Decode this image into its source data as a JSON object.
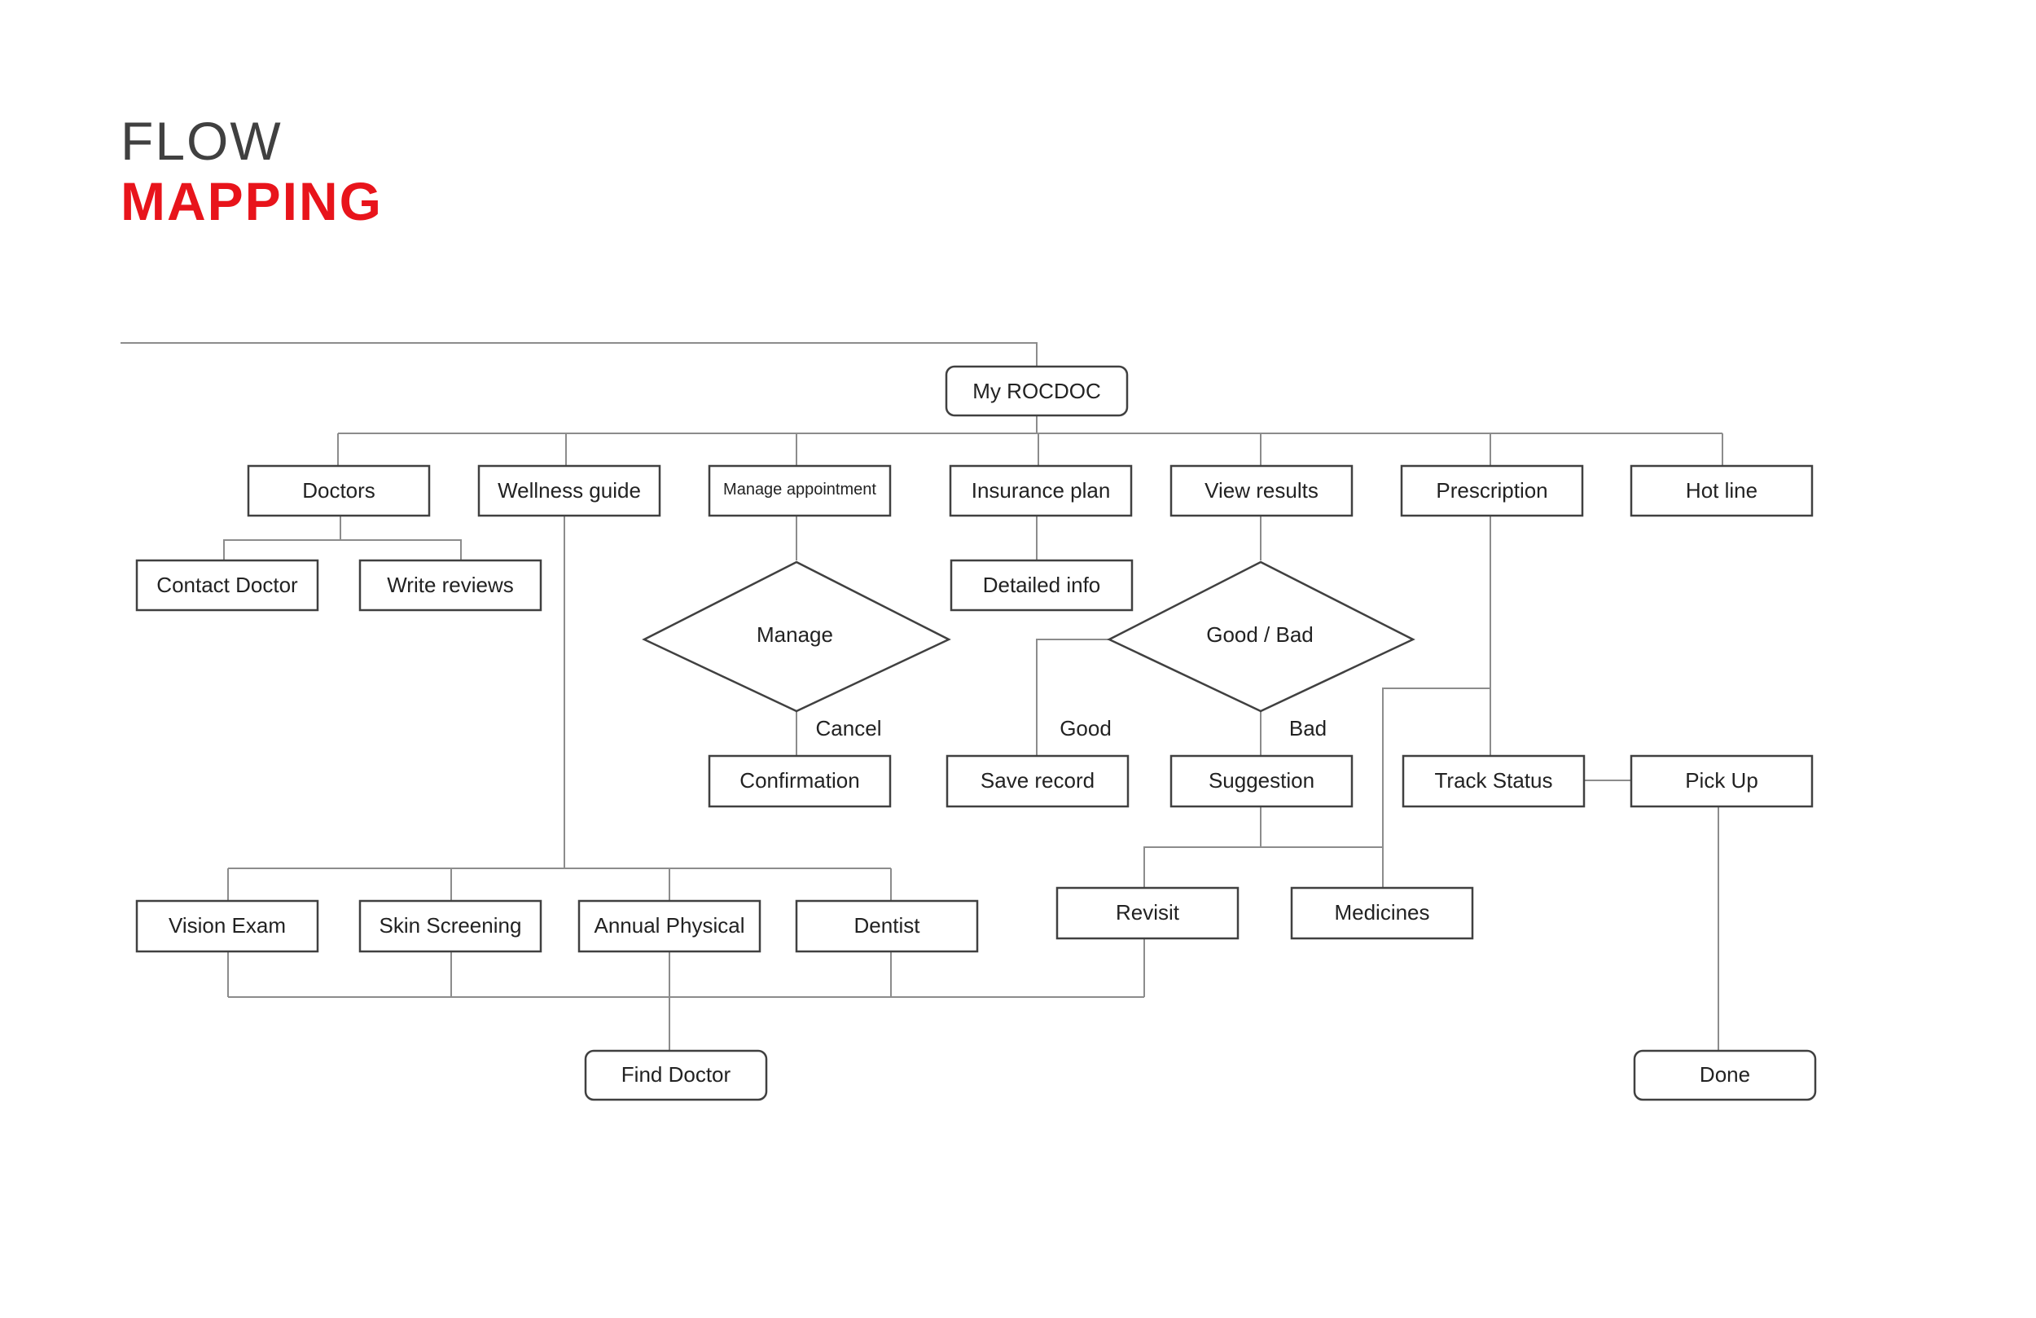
{
  "title": {
    "line1": "FLOW",
    "line2": "MAPPING"
  },
  "colors": {
    "accent": "#e8141b",
    "title": "#404040",
    "line": "#8c8c8c",
    "box_stroke": "#404040"
  },
  "nodes": {
    "root": "My ROCDOC",
    "doctors": "Doctors",
    "wellness": "Wellness guide",
    "manage_appt": "Manage appointment",
    "insurance": "Insurance plan",
    "view_results": "View results",
    "prescription": "Prescription",
    "hotline": "Hot line",
    "contact_doctor": "Contact Doctor",
    "write_reviews": "Write reviews",
    "detailed_info": "Detailed info",
    "manage": "Manage",
    "good_bad": "Good / Bad",
    "confirmation": "Confirmation",
    "save_record": "Save record",
    "suggestion": "Suggestion",
    "track_status": "Track Status",
    "pick_up": "Pick Up",
    "vision_exam": "Vision Exam",
    "skin_screening": "Skin Screening",
    "annual_physical": "Annual Physical",
    "dentist": "Dentist",
    "revisit": "Revisit",
    "medicines": "Medicines",
    "find_doctor": "Find Doctor",
    "done": "Done"
  },
  "edge_labels": {
    "cancel": "Cancel",
    "good": "Good",
    "bad": "Bad"
  }
}
